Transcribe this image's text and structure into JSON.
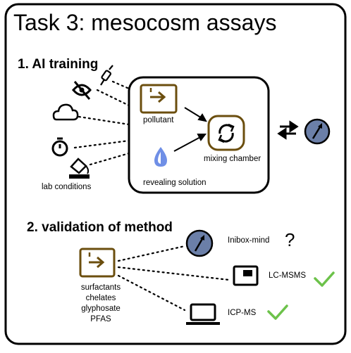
{
  "title": "Task 3: mesocosm assays",
  "section1": {
    "heading": "1. AI training",
    "lab_conditions_label": "lab conditions",
    "pollutant_label": "pollutant",
    "mixing_chamber_label": "mixing chamber",
    "revealing_solution_label": "revealing solution"
  },
  "section2": {
    "heading": "2. validation of method",
    "inputs": [
      "surfactants",
      "chelates",
      "glyphosate",
      "PFAS"
    ],
    "methods": [
      {
        "label": "Inibox-mind",
        "status": "?"
      },
      {
        "label": "LC-MSMS",
        "status": "check"
      },
      {
        "label": "ICP-MS",
        "status": "check"
      }
    ]
  },
  "colors": {
    "brown": "#6b4e0e",
    "blue_drop": "#6f8fe6",
    "gauge_blue": "#6b7fa8",
    "check_green": "#6cc24a"
  }
}
